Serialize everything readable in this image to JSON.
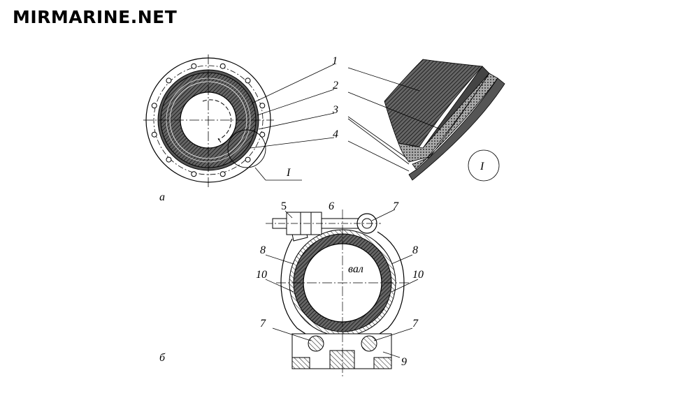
{
  "logo": "MIRMARINE.NET",
  "figure_a": {
    "sublabel": "а",
    "callouts": [
      "1",
      "2",
      "3",
      "4"
    ],
    "detail_label": "I",
    "detail_label_zoom": "I"
  },
  "figure_b": {
    "sublabel": "б",
    "shaft_label": "вал",
    "callouts": {
      "c5": "5",
      "c6": "6",
      "c7_top": "7",
      "c8_left": "8",
      "c8_right": "8",
      "c10_left": "10",
      "c10_right": "10",
      "c7_bl": "7",
      "c7_br": "7",
      "c9": "9"
    }
  }
}
